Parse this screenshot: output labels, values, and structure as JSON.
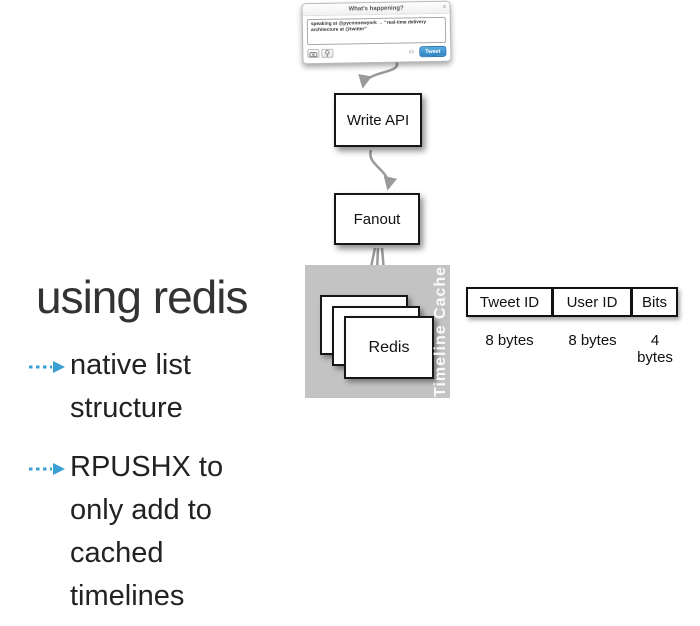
{
  "slide": {
    "title": "using redis",
    "bullets": [
      {
        "text": "native list structure"
      },
      {
        "text": "RPUSHX to only add to cached timelines"
      }
    ]
  },
  "tweet_widget": {
    "title": "What's happening?",
    "close_label": "×",
    "body_text": "speaking at @pyconnewyork → “real-time delivery architecture at @twitter”",
    "char_count": "65",
    "tweet_button_label": "Tweet"
  },
  "diagram": {
    "write_api_label": "Write API",
    "fanout_label": "Fanout",
    "redis_label": "Redis",
    "cache_label": "Timeline Cache"
  },
  "record_table": {
    "columns": [
      {
        "label": "Tweet ID",
        "size": "8 bytes"
      },
      {
        "label": "User ID",
        "size": "8 bytes"
      },
      {
        "label": "Bits",
        "size": "4 bytes"
      }
    ]
  },
  "colors": {
    "accent_blue": "#3aa0d4",
    "tweet_button_blue": "#3f94cf",
    "cache_gray": "#c3c3c3",
    "arrow_gray": "#9a9a9a"
  }
}
